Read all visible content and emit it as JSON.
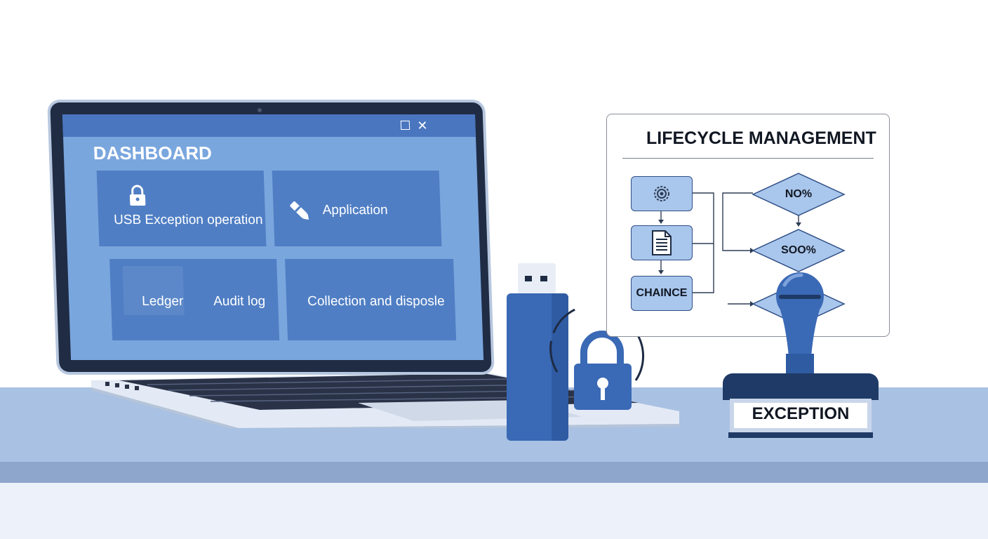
{
  "laptop": {
    "dashboard_title": "DASHBOARD",
    "window_buttons": {
      "maximize": "☐",
      "close": "✕"
    },
    "tiles": [
      {
        "label": "USB Exception operation",
        "icon": "lock-icon"
      },
      {
        "label": "Application",
        "icon": "pen-icon"
      },
      {
        "label_left": "Ledger",
        "label_right": "Audit log"
      },
      {
        "label": "Collection and disposle"
      }
    ]
  },
  "lifecycle": {
    "title": "LIFECYCLE MANAGEMENT",
    "boxes": [
      {
        "label": "",
        "icon": "gear-icon"
      },
      {
        "label": "",
        "icon": "document-icon"
      },
      {
        "label": "CHAINCE"
      }
    ],
    "diamonds": [
      "NO%",
      "SOO%",
      ""
    ]
  },
  "stamp": {
    "label": "EXCEPTION"
  },
  "colors": {
    "accent": "#4f7ec4",
    "dark_navy": "#1f2c44",
    "desk": "#a9c1e3",
    "flow_fill": "#a9c6ec"
  }
}
